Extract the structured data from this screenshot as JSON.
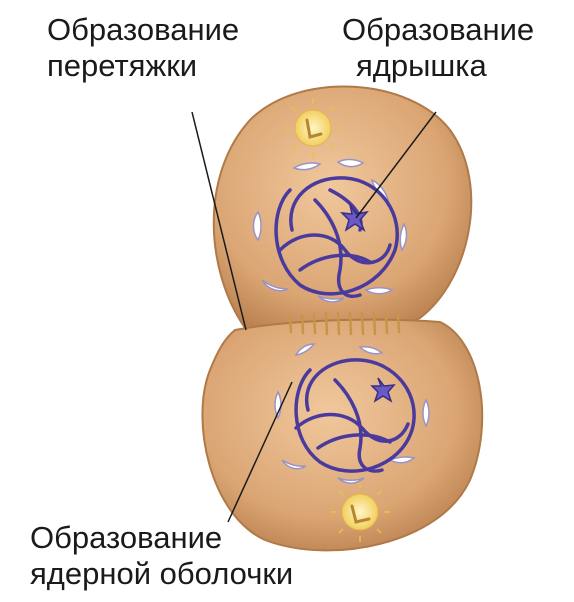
{
  "labels": {
    "furrow": {
      "line1": "Образование",
      "line2": "перетяжки"
    },
    "nucleolus": {
      "line1": "Образование",
      "line2": "ядрышка"
    },
    "envelope": {
      "line1": "Образование",
      "line2": "ядерной оболочки"
    }
  },
  "colors": {
    "cell_fill": "#d9a673",
    "cell_edge": "#b07a48",
    "chromosome": "#4a3a9e",
    "centrosome": "#e8c24a",
    "envelope_fragment": "#ffffff",
    "leader_line": "#1a1a1a"
  }
}
